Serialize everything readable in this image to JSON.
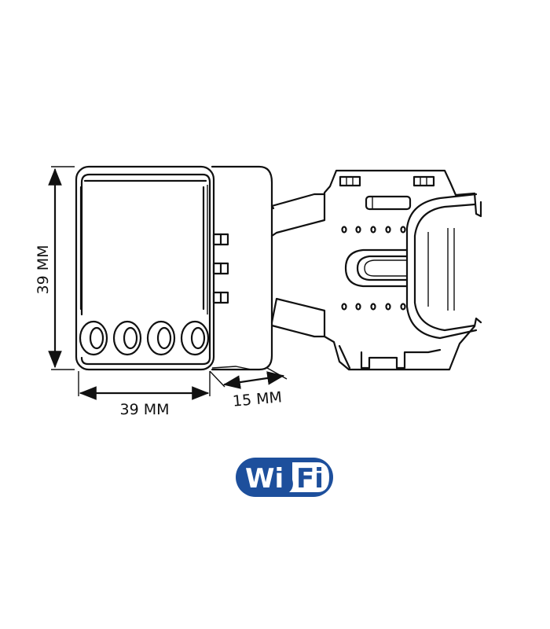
{
  "dimensions": {
    "height_label": "39 MM",
    "width_label": "39 MM",
    "depth_label": "15 MM"
  },
  "logo": {
    "text_left": "Wi",
    "text_right": "Fi",
    "color": "#1d4f9c"
  }
}
